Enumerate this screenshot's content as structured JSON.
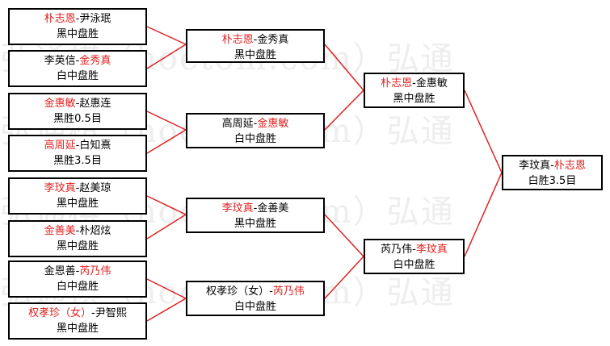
{
  "watermark": "弘通棋（hoetom.com）弘通",
  "accent_color": "#e02020",
  "round1": [
    {
      "left": "朴志恩",
      "right": "尹泳珉",
      "winner": "left",
      "result": "黑中盘胜"
    },
    {
      "left": "李英信",
      "right": "金秀真",
      "winner": "right",
      "result": "白中盘胜"
    },
    {
      "left": "金惠敏",
      "right": "赵惠连",
      "winner": "left",
      "result": "黑胜0.5目"
    },
    {
      "left": "高周延",
      "right": "白知熹",
      "winner": "left",
      "result": "黑胜3.5目"
    },
    {
      "left": "李玟真",
      "right": "赵美琼",
      "winner": "left",
      "result": "黑中盘胜"
    },
    {
      "left": "金善美",
      "right": "朴炤炫",
      "winner": "left",
      "result": "黑中盘胜"
    },
    {
      "left": "金恩善",
      "right": "芮乃伟",
      "winner": "right",
      "result": "白中盘胜"
    },
    {
      "left": "权孝珍（女）",
      "right": "尹智熙",
      "winner": "left",
      "result": "黑中盘胜"
    }
  ],
  "round2": [
    {
      "left": "朴志恩",
      "right": "金秀真",
      "winner": "left",
      "result": "黑中盘胜"
    },
    {
      "left": "高周延",
      "right": "金惠敏",
      "winner": "right",
      "result": "白中盘胜"
    },
    {
      "left": "李玟真",
      "right": "金善美",
      "winner": "left",
      "result": "黑中盘胜"
    },
    {
      "left": "权孝珍（女）",
      "right": "芮乃伟",
      "winner": "right",
      "result": "白中盘胜"
    }
  ],
  "round3": [
    {
      "left": "朴志恩",
      "right": "金惠敏",
      "winner": "left",
      "result": "黑中盘胜"
    },
    {
      "left": "芮乃伟",
      "right": "李玟真",
      "winner": "right",
      "result": "白中盘胜"
    }
  ],
  "final": [
    {
      "left": "李玟真",
      "right": "朴志恩",
      "winner": "right",
      "result": "白胜3.5目"
    }
  ]
}
